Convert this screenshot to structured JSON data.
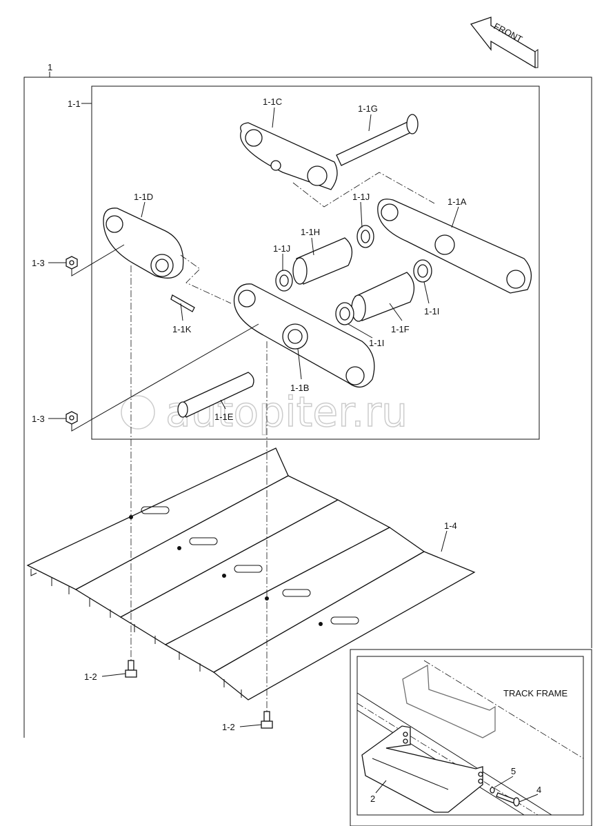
{
  "diagram": {
    "front_arrow": "FRONT",
    "watermark": "autopiter.ru",
    "labels": {
      "assembly": "1",
      "link_assembly": "1-1",
      "link_1c": "1-1C",
      "pin_1g": "1-1G",
      "link_1d": "1-1D",
      "seal_1j_top": "1-1J",
      "link_1a": "1-1A",
      "bushing_1h": "1-1H",
      "seal_1j_left": "1-1J",
      "nut_1_3_top": "1-3",
      "pin_1k": "1-1K",
      "bushing_1f": "1-1F",
      "seal_1i_right": "1-1I",
      "seal_1i_left": "1-1I",
      "link_1b": "1-1B",
      "nut_1_3_bottom": "1-3",
      "pin_1e": "1-1E",
      "shoe_1_4": "1-4",
      "bolt_1_2_left": "1-2",
      "bolt_1_2_right": "1-2",
      "track_frame": "TRACK FRAME",
      "washer_5": "5",
      "bolt_4": "4",
      "step_2": "2"
    }
  }
}
